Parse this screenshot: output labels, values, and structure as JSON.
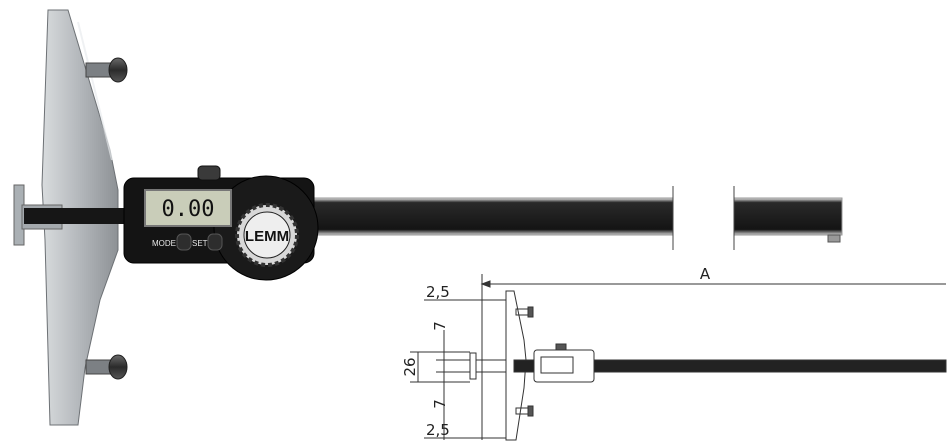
{
  "display": {
    "reading": "0.00",
    "mode_label": "MODE",
    "set_label": "SET"
  },
  "brand": {
    "logo_text": "LEMM"
  },
  "drawing": {
    "length_label": "A",
    "tab_offset_top": "2,5",
    "tab_offset_bottom": "2,5",
    "tab_gap_top": "7",
    "tab_height": "26",
    "tab_gap_bottom": "7"
  },
  "colors": {
    "steel": "#b8bcc0",
    "body_black": "#151515",
    "lcd": "#c9cdb9"
  }
}
